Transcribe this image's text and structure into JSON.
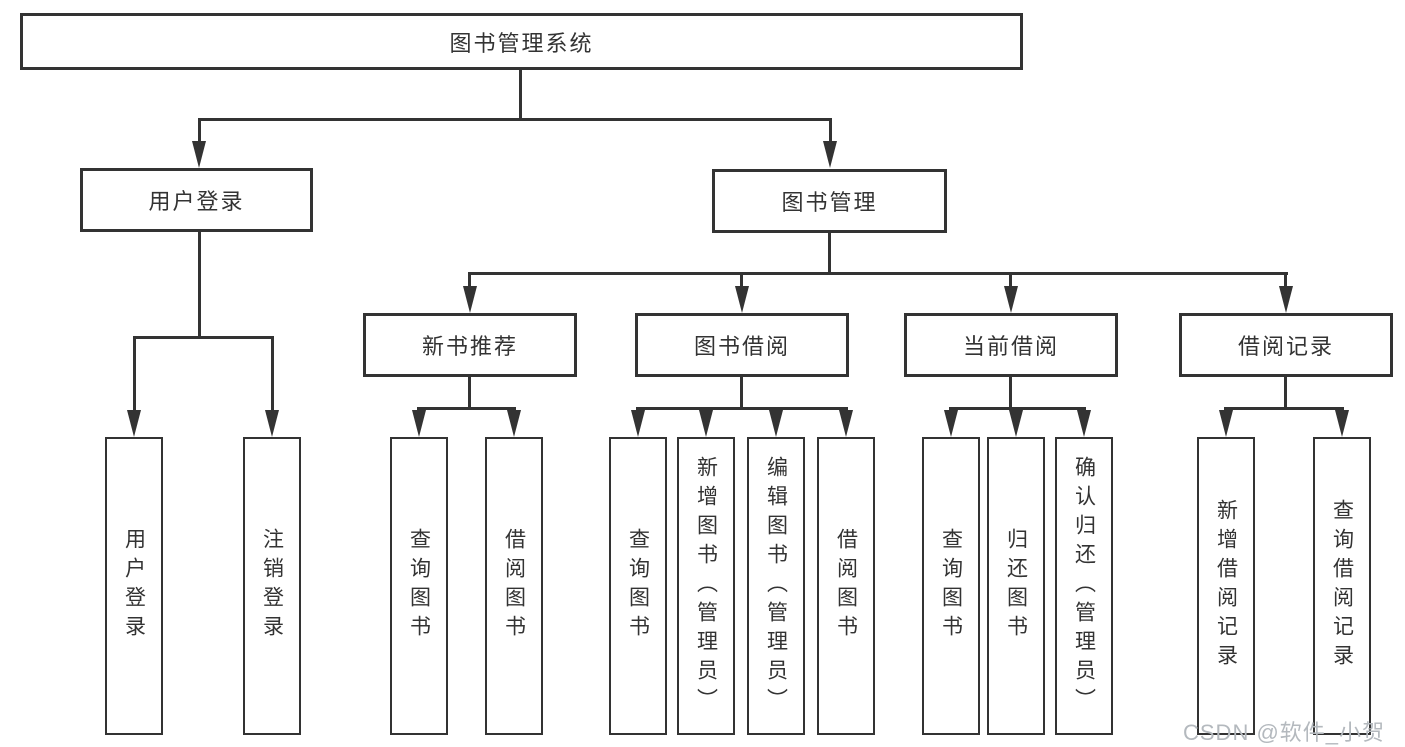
{
  "diagram": {
    "type": "hierarchy-tree",
    "title": "图书管理系统",
    "line_color": "#333333",
    "box_border_color": "#333333",
    "box_background": "#ffffff",
    "text_color": "#333333",
    "tree": {
      "root": {
        "label": "图书管理系统"
      },
      "children": [
        {
          "label": "用户登录",
          "children": [
            {
              "label": "用户登录"
            },
            {
              "label": "注销登录"
            }
          ]
        },
        {
          "label": "图书管理",
          "children": [
            {
              "label": "新书推荐",
              "children": [
                {
                  "label": "查询图书"
                },
                {
                  "label": "借阅图书"
                }
              ]
            },
            {
              "label": "图书借阅",
              "children": [
                {
                  "label": "查询图书"
                },
                {
                  "label": "新增图书（管理员）"
                },
                {
                  "label": "编辑图书（管理员）"
                },
                {
                  "label": "借阅图书"
                }
              ]
            },
            {
              "label": "当前借阅",
              "children": [
                {
                  "label": "查询图书"
                },
                {
                  "label": "归还图书"
                },
                {
                  "label": "确认归还（管理员）"
                }
              ]
            },
            {
              "label": "借阅记录",
              "children": [
                {
                  "label": "新增借阅记录"
                },
                {
                  "label": "查询借阅记录"
                }
              ]
            }
          ]
        }
      ]
    }
  },
  "watermark": {
    "text": "CSDN @软件_小贺同学",
    "color": "#b4b9be"
  }
}
